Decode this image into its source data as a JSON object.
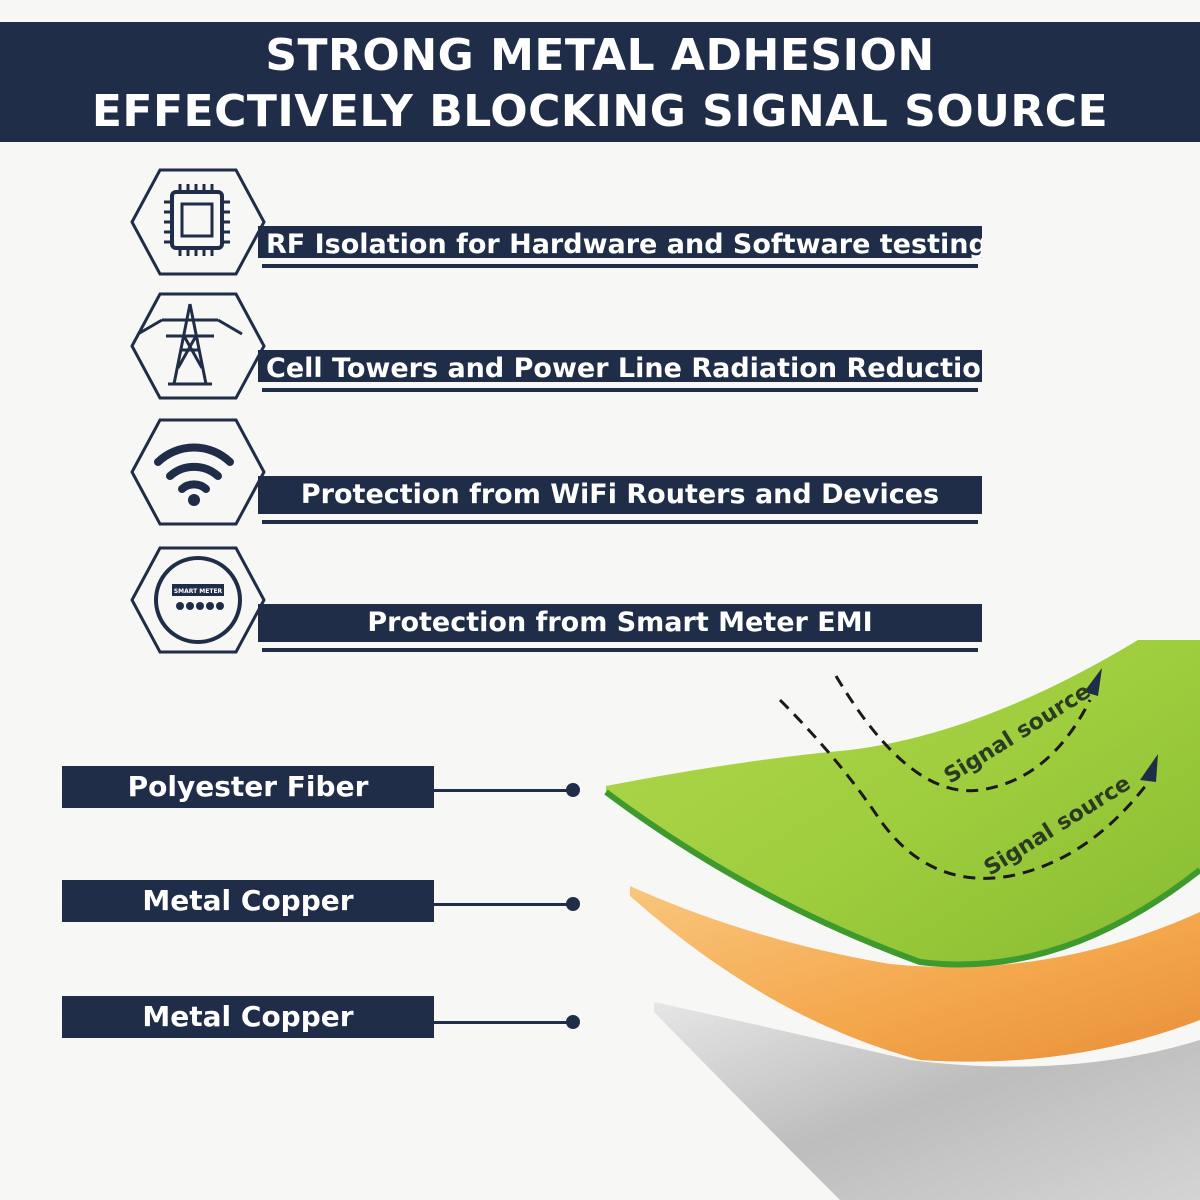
{
  "header": {
    "line1": "STRONG METAL ADHESION",
    "line2": "EFFECTIVELY BLOCKING SIGNAL SOURCE"
  },
  "features": [
    {
      "icon": "chip-icon",
      "label": "RF Isolation for Hardware and Software testing"
    },
    {
      "icon": "power-tower-icon",
      "label": "Cell Towers and Power Line Radiation Reduction"
    },
    {
      "icon": "wifi-icon",
      "label": "Protection from WiFi Routers and Devices"
    },
    {
      "icon": "smart-meter-icon",
      "label": "Protection from Smart Meter EMI",
      "meter_text": "SMART METER"
    }
  ],
  "layers": [
    {
      "label": "Polyester Fiber",
      "color": "#9ccc3c"
    },
    {
      "label": "Metal Copper",
      "color": "#f4a64a"
    },
    {
      "label": "Metal Copper",
      "color": "#c8c8c8"
    }
  ],
  "signal_labels": [
    "Signal source",
    "Signal source"
  ],
  "colors": {
    "navy": "#1f2d48",
    "background": "#f7f7f5",
    "green": "#9ccc3c",
    "orange": "#f4a64a",
    "silver": "#c8c8c8"
  }
}
